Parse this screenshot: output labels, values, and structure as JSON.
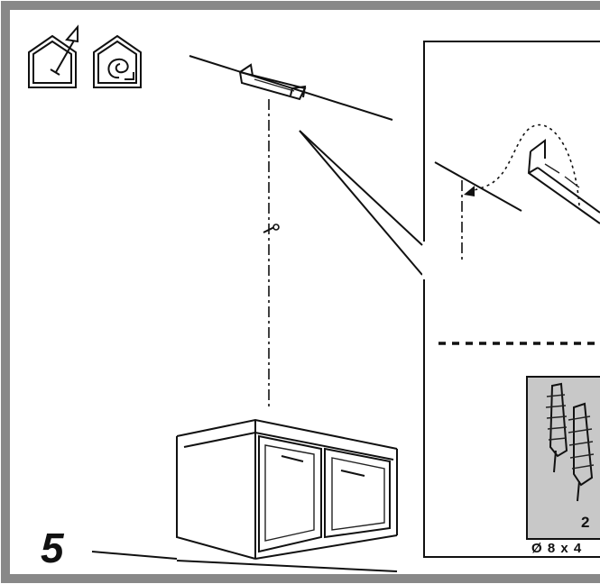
{
  "step_number": "5",
  "parts": {
    "quantity": "2",
    "dimension": "Ø 8 x 4"
  },
  "icons": [
    "ducted-exhaust-icon",
    "recirculation-icon"
  ],
  "colors": {
    "frame": "#888888",
    "ink": "#111111",
    "parts_box": "#c8c8c8"
  }
}
